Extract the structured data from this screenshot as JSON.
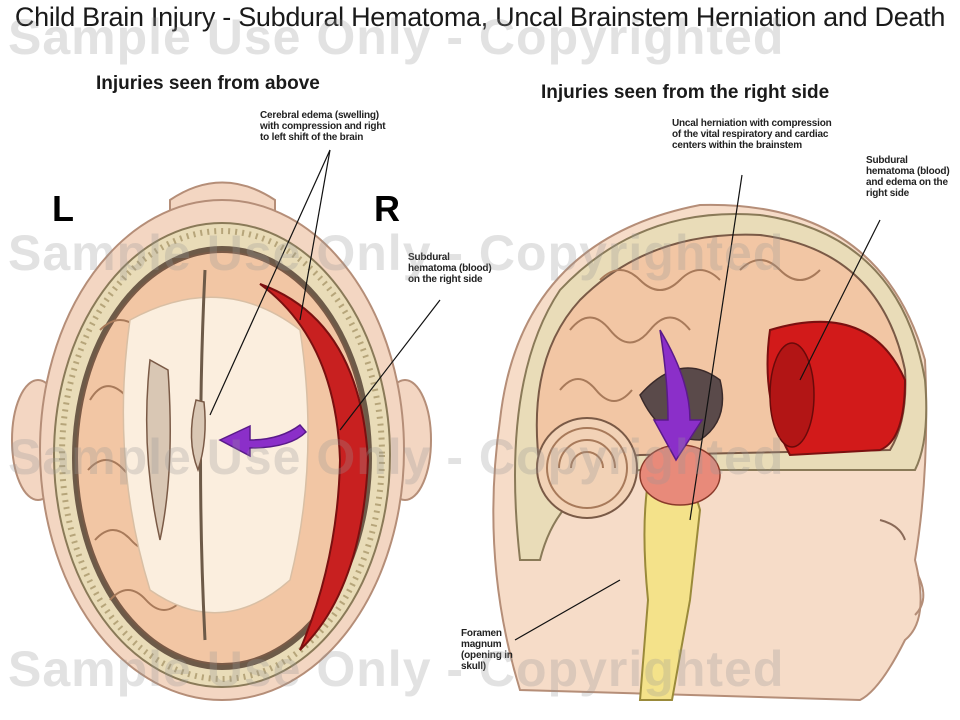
{
  "title": "Child Brain Injury - Subdural Hematoma, Uncal Brainstem Herniation and Death",
  "subheadings": {
    "left": "Injuries seen from above",
    "right": "Injuries seen from the right side"
  },
  "side_letters": {
    "left": "L",
    "right": "R"
  },
  "labels": {
    "edema": "Cerebral edema (swelling) with compression and right to left shift of the brain",
    "hematoma_top": "Subdural hematoma (blood) on the right side",
    "uncal": "Uncal herniation with compression of the vital respiratory and cardiac centers within the brainstem",
    "hematoma_side": "Subdural hematoma (blood) and edema on the right side",
    "foramen": "Foramen magnum (opening in skull)"
  },
  "watermark": "Sample Use Only - Copyrighted",
  "colors": {
    "brain": "#f2c6a4",
    "white_matter": "#fbeede",
    "blood": "#d21a1a",
    "arrow": "#8b2fc9",
    "skull": "#e9dcb8",
    "skin": "#f6dcc8"
  }
}
